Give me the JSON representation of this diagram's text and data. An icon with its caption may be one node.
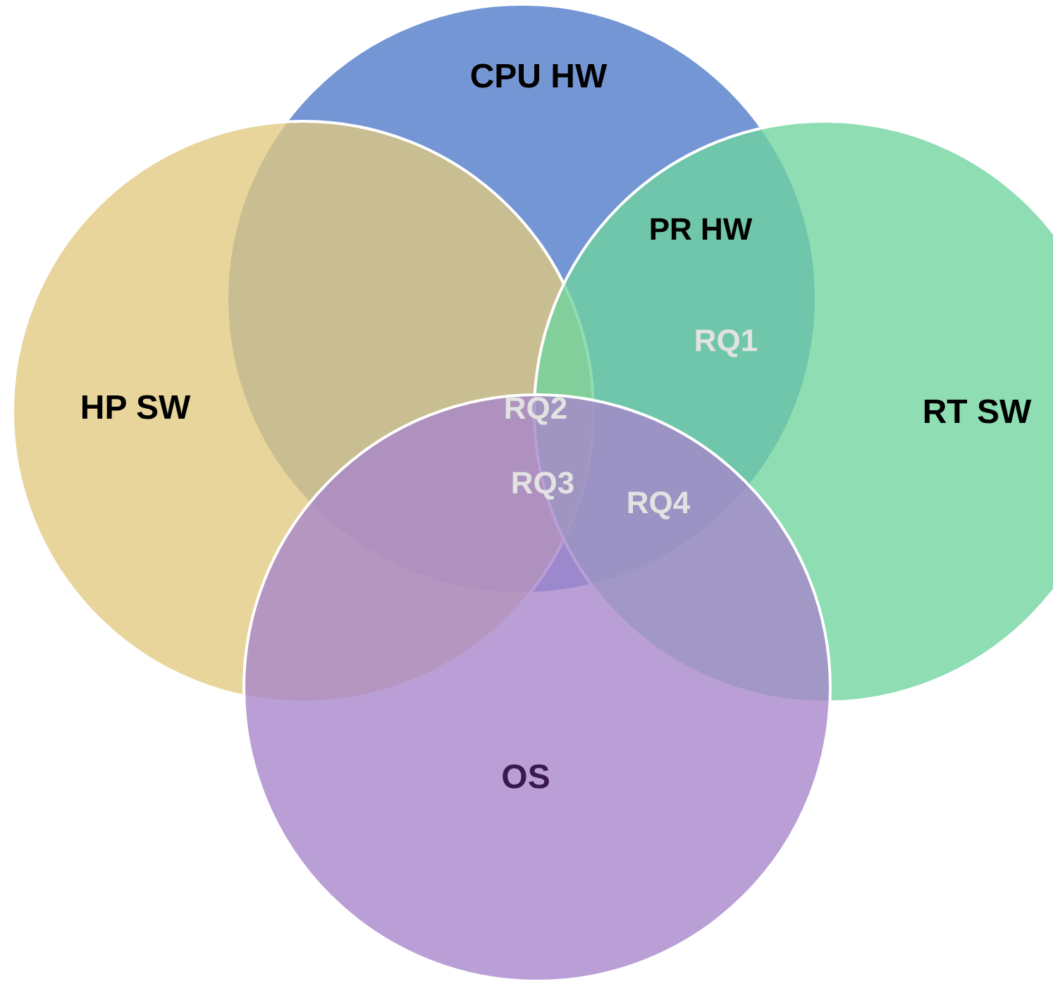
{
  "diagram": {
    "nodes": [
      {
        "text": [
          "CPU HW"
        ]
      },
      {
        "text": [
          "HP SW"
        ]
      },
      {
        "text": [
          "RT SW"
        ]
      },
      {
        "text": [
          "OS"
        ]
      }
    ],
    "labels": [
      "PR HW",
      "RQ1",
      "RQ2",
      "RQ3",
      "RQ4"
    ]
  }
}
